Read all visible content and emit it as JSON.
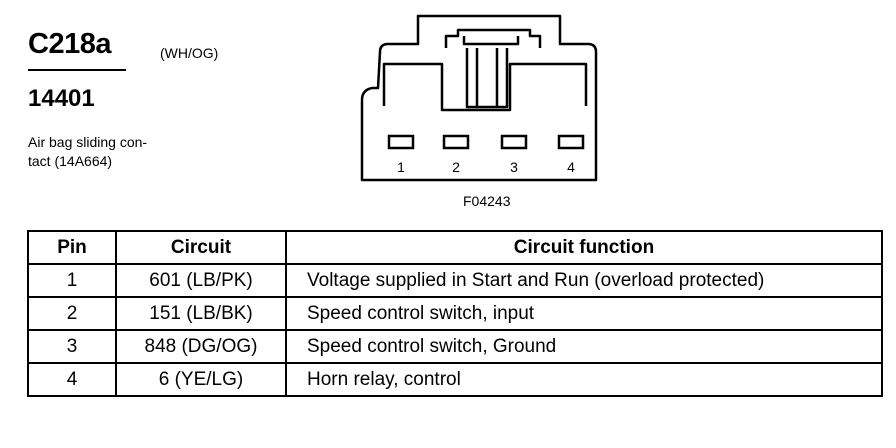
{
  "header": {
    "connector_id": "C218a",
    "color_code": "(WH/OG)",
    "part_number": "14401",
    "description": "Air bag sliding con-\ntact (14A664)"
  },
  "diagram": {
    "pins": [
      "1",
      "2",
      "3",
      "4"
    ],
    "figure_id": "F04243"
  },
  "table": {
    "headers": [
      "Pin",
      "Circuit",
      "Circuit function"
    ],
    "rows": [
      {
        "pin": "1",
        "circuit": "601 (LB/PK)",
        "function": "Voltage supplied in Start and Run (overload protected)"
      },
      {
        "pin": "2",
        "circuit": "151 (LB/BK)",
        "function": "Speed control switch, input"
      },
      {
        "pin": "3",
        "circuit": "848 (DG/OG)",
        "function": "Speed control switch, Ground"
      },
      {
        "pin": "4",
        "circuit": "6 (YE/LG)",
        "function": "Horn relay, control"
      }
    ]
  }
}
